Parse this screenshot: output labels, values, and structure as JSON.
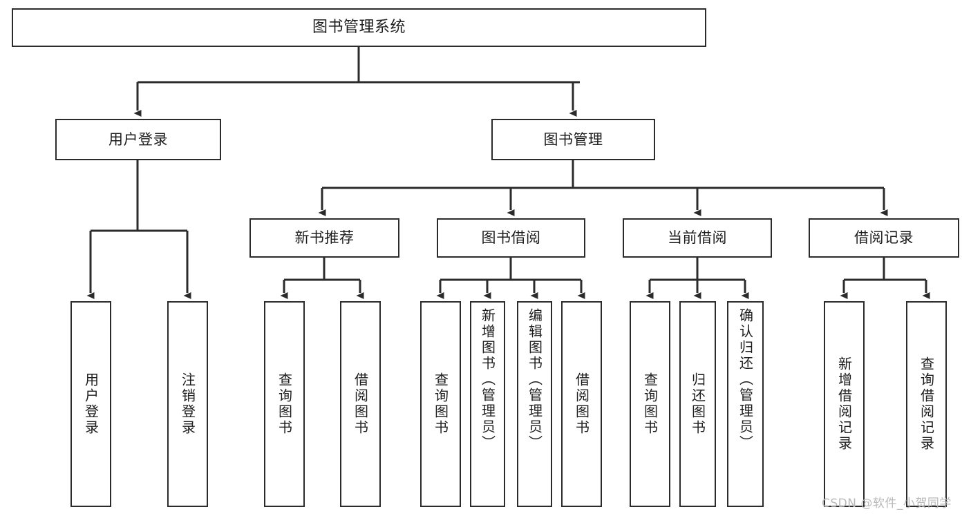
{
  "diagram": {
    "type": "tree-hierarchy-chart",
    "title": "图书管理系统",
    "colors": {
      "stroke": "#2b2b2b",
      "fill": "#ffffff",
      "text": "#1d1d1d",
      "watermark": "#b9b9b9"
    },
    "nodes": [
      {
        "id": "root",
        "label": "图书管理系统",
        "level": 0,
        "orientation": "horizontal"
      },
      {
        "id": "user-login",
        "label": "用户登录",
        "level": 1,
        "orientation": "horizontal"
      },
      {
        "id": "book-manage",
        "label": "图书管理",
        "level": 1,
        "orientation": "horizontal"
      },
      {
        "id": "new-book-rec",
        "label": "新书推荐",
        "level": 2,
        "orientation": "horizontal"
      },
      {
        "id": "book-borrow",
        "label": "图书借阅",
        "level": 2,
        "orientation": "horizontal"
      },
      {
        "id": "current-borrow",
        "label": "当前借阅",
        "level": 2,
        "orientation": "horizontal"
      },
      {
        "id": "borrow-record",
        "label": "借阅记录",
        "level": 2,
        "orientation": "horizontal"
      },
      {
        "id": "leaf-user-login",
        "label": "用户登录",
        "level": 2,
        "orientation": "vertical"
      },
      {
        "id": "leaf-logout",
        "label": "注销登录",
        "level": 2,
        "orientation": "vertical"
      },
      {
        "id": "leaf-query-1",
        "label": "查询图书",
        "level": 3,
        "orientation": "vertical"
      },
      {
        "id": "leaf-borrow-1",
        "label": "借阅图书",
        "level": 3,
        "orientation": "vertical"
      },
      {
        "id": "leaf-query-2",
        "label": "查询图书",
        "level": 3,
        "orientation": "vertical"
      },
      {
        "id": "leaf-add-book",
        "label": "新增图书（管理员）",
        "level": 3,
        "orientation": "vertical"
      },
      {
        "id": "leaf-edit-book",
        "label": "编辑图书（管理员）",
        "level": 3,
        "orientation": "vertical"
      },
      {
        "id": "leaf-borrow-2",
        "label": "借阅图书",
        "level": 3,
        "orientation": "vertical"
      },
      {
        "id": "leaf-query-3",
        "label": "查询图书",
        "level": 3,
        "orientation": "vertical"
      },
      {
        "id": "leaf-return",
        "label": "归还图书",
        "level": 3,
        "orientation": "vertical"
      },
      {
        "id": "leaf-confirm",
        "label": "确认归还（管理员）",
        "level": 3,
        "orientation": "vertical"
      },
      {
        "id": "leaf-add-rec",
        "label": "新增借阅记录",
        "level": 3,
        "orientation": "vertical"
      },
      {
        "id": "leaf-query-rec",
        "label": "查询借阅记录",
        "level": 3,
        "orientation": "vertical"
      }
    ],
    "edges": [
      {
        "from": "root",
        "to": "user-login"
      },
      {
        "from": "root",
        "to": "book-manage"
      },
      {
        "from": "user-login",
        "to": "leaf-user-login"
      },
      {
        "from": "user-login",
        "to": "leaf-logout"
      },
      {
        "from": "book-manage",
        "to": "new-book-rec"
      },
      {
        "from": "book-manage",
        "to": "book-borrow"
      },
      {
        "from": "book-manage",
        "to": "current-borrow"
      },
      {
        "from": "book-manage",
        "to": "borrow-record"
      },
      {
        "from": "new-book-rec",
        "to": "leaf-query-1"
      },
      {
        "from": "new-book-rec",
        "to": "leaf-borrow-1"
      },
      {
        "from": "book-borrow",
        "to": "leaf-query-2"
      },
      {
        "from": "book-borrow",
        "to": "leaf-add-book"
      },
      {
        "from": "book-borrow",
        "to": "leaf-edit-book"
      },
      {
        "from": "book-borrow",
        "to": "leaf-borrow-2"
      },
      {
        "from": "current-borrow",
        "to": "leaf-query-3"
      },
      {
        "from": "current-borrow",
        "to": "leaf-return"
      },
      {
        "from": "current-borrow",
        "to": "leaf-confirm"
      },
      {
        "from": "borrow-record",
        "to": "leaf-add-rec"
      },
      {
        "from": "borrow-record",
        "to": "leaf-query-rec"
      }
    ]
  },
  "watermark": {
    "text": "CSDN @软件_小贺同学"
  }
}
